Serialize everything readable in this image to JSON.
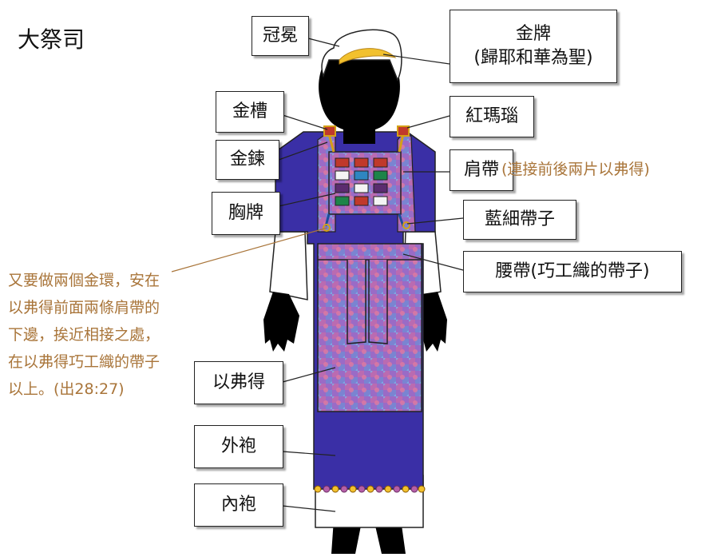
{
  "title": "大祭司",
  "labels": {
    "miter": "冠冕",
    "gold_plate": "金牌",
    "gold_plate_inscription": "(歸耶和華為聖)",
    "gold_setting": "金槽",
    "onyx": "紅瑪瑙",
    "gold_chain": "金鍊",
    "shoulder_piece": "肩帶",
    "breastplate": "胸牌",
    "blue_cord": "藍細帶子",
    "waistband": "腰帶(巧工織的帶子)",
    "ephod": "以弗得",
    "robe": "外袍",
    "tunic": "內袍"
  },
  "notes": {
    "shoulder_note": "(連接前後兩片以弗得)",
    "ring_note": "又要做兩個金環，安在以弗得前面兩條肩帶的下邊，挨近相接之處，在以弗得巧工織的帶子以上。(出28:27)"
  },
  "colors": {
    "robe_blue": "#3a2fa6",
    "tunic_white": "#ffffff",
    "gold": "#f2c12e",
    "note_brown": "#a9753a",
    "ephod_pattern": "#a874c8"
  }
}
